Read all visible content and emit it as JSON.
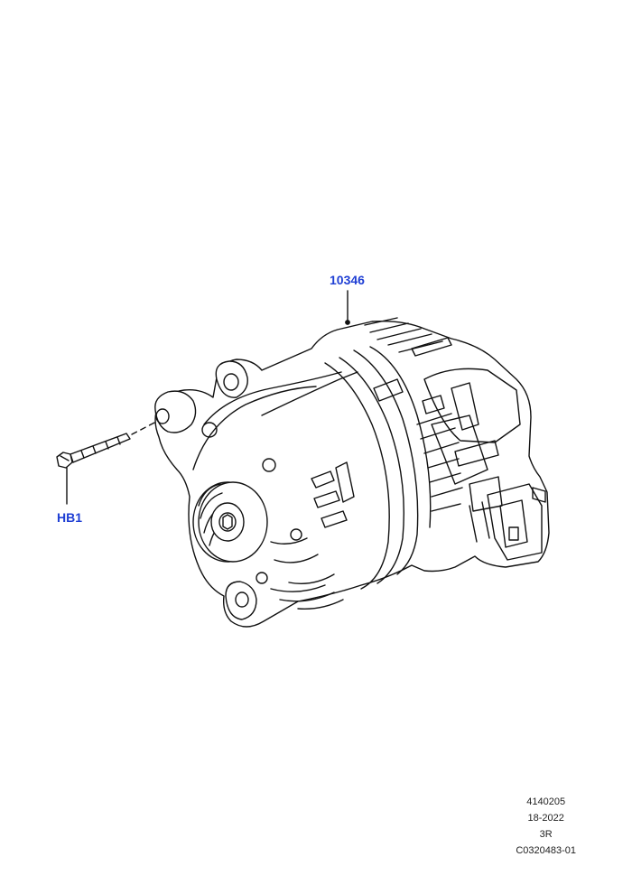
{
  "callouts": {
    "part_main": "10346",
    "part_bolt": "HB1"
  },
  "info_block": [
    "4140205",
    "18-2022",
    "3R",
    "C0320483-01"
  ],
  "colors": {
    "callout": "#1f3fd4",
    "line_art": "#111111"
  }
}
